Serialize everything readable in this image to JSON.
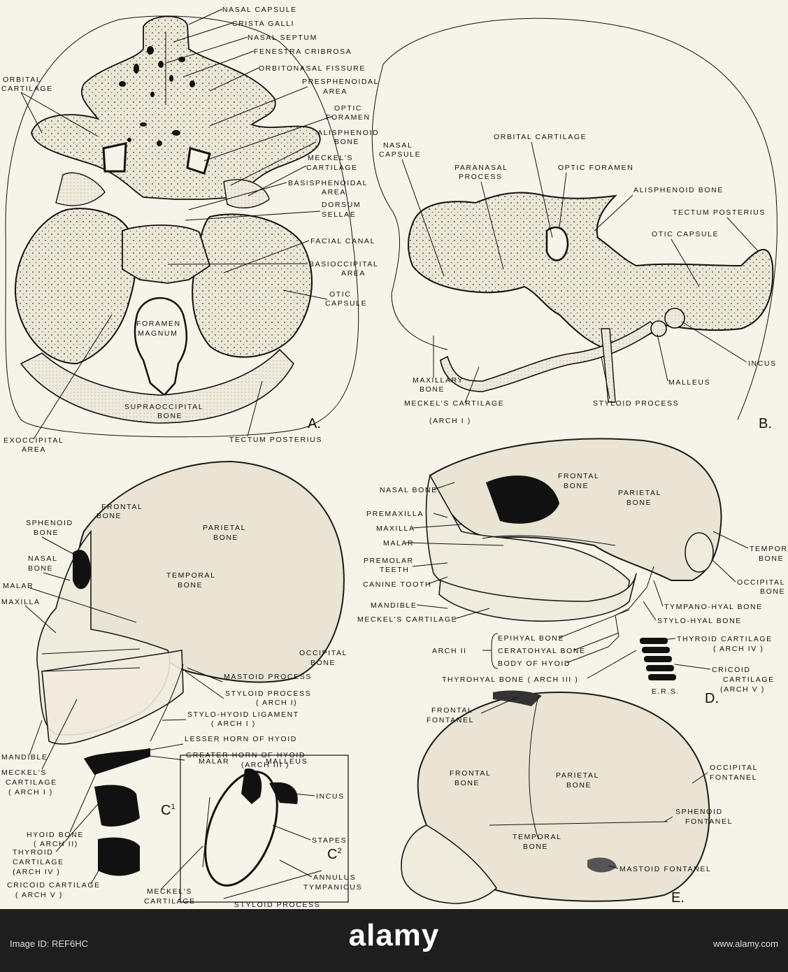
{
  "panels": {
    "A": {
      "letter": "A.",
      "labels": {
        "nasal_capsule": "NASAL CAPSULE",
        "crista_galli": "CRISTA GALLI",
        "nasal_septum": "NASAL SEPTUM",
        "fenestra": "FENESTRA CRIBROSA",
        "orbitonasal": "ORBITONASAL FISSURE",
        "presph_1": "PRESPHENOIDAL",
        "presph_2": "AREA",
        "orbital_cart_1": "ORBITAL",
        "orbital_cart_2": "CARTILAGE",
        "optic_1": "OPTIC",
        "optic_2": "FORAMEN",
        "alisph_1": "ALISPHENOID",
        "alisph_2": "BONE",
        "meckel_1": "MECKEL'S",
        "meckel_2": "CARTILAGE",
        "basisph_1": "BASISPHENOIDAL",
        "basisph_2": "AREA",
        "dorsum_1": "DORSUM",
        "dorsum_2": "SELLAE",
        "facial": "FACIAL CANAL",
        "basiocc_1": "BASIOCCIPITAL",
        "basiocc_2": "AREA",
        "otic_1": "OTIC",
        "otic_2": "CAPSULE",
        "foramen_1": "FORAMEN",
        "foramen_2": "MAGNUM",
        "supraocc_1": "SUPRAOCCIPITAL",
        "supraocc_2": "BONE",
        "exocc_1": "EXOCCIPITAL",
        "exocc_2": "AREA",
        "tectum": "TECTUM POSTERIUS"
      }
    },
    "B": {
      "letter": "B.",
      "labels": {
        "nasal_caps_1": "NASAL",
        "nasal_caps_2": "CAPSULE",
        "orbital": "ORBITAL CARTILAGE",
        "paranasal_1": "PARANASAL",
        "paranasal_2": "PROCESS",
        "optic": "OPTIC FORAMEN",
        "alisph": "ALISPHENOID BONE",
        "tectum": "TECTUM POSTERIUS",
        "otic": "OTIC CAPSULE",
        "incus": "INCUS",
        "malleus": "MALLEUS",
        "maxillary_1": "MAXILLARY",
        "maxillary_2": "BONE",
        "meckel": "MECKEL'S CARTILAGE",
        "arch1": "(ARCH I )",
        "styloid": "STYLOID PROCESS"
      }
    },
    "C": {
      "letter1": "C",
      "sup1": "1",
      "letter2": "C",
      "sup2": "2",
      "labels": {
        "frontal_1": "FRONTAL",
        "frontal_2": "BONE",
        "sphenoid_1": "SPHENOID",
        "sphenoid_2": "BONE",
        "parietal_1": "PARIETAL",
        "parietal_2": "BONE",
        "nasal_1": "NASAL",
        "nasal_2": "BONE",
        "temporal_1": "TEMPORAL",
        "temporal_2": "BONE",
        "malar": "MALAR",
        "maxilla": "MAXILLA",
        "occipital_1": "OCCIPITAL",
        "occipital_2": "BONE",
        "mastoid": "MASTOID PROCESS",
        "styloid_1": "STYLOID PROCESS",
        "styloid_2": "( ARCH I)",
        "stylohyoid_1": "STYLO-HYOID LIGAMENT",
        "stylohyoid_2": "( ARCH I )",
        "lesser": "LESSER HORN OF HYOID",
        "greater_1": "GREATER HORN OF HYOID",
        "greater_2": "(ARCH III )",
        "mandible": "MANDIBLE",
        "meckel_1": "MECKEL'S",
        "meckel_2": "CARTILAGE",
        "meckel_3": "( ARCH I )",
        "hyoid_1": "HYOID BONE",
        "hyoid_2": "( ARCH II)",
        "thyroid_1": "THYROID",
        "thyroid_2": "CARTILAGE",
        "thyroid_3": "(ARCH IV )",
        "cricoid_1": "CRICOID CARTILAGE",
        "cricoid_2": "( ARCH V )",
        "c2_malar": "MALAR",
        "c2_malleus": "MALLEUS",
        "c2_incus": "INCUS",
        "c2_stapes": "STAPES",
        "c2_annulus_1": "ANNULUS",
        "c2_annulus_2": "TYMPANICUS",
        "c2_meckel_1": "MECKEL'S",
        "c2_meckel_2": "CARTILAGE",
        "c2_styloid": "STYLOID PROCESS"
      }
    },
    "D": {
      "letter": "D.",
      "labels": {
        "frontal_1": "FRONTAL",
        "frontal_2": "BONE",
        "parietal_1": "PARIETAL",
        "parietal_2": "BONE",
        "nasal": "NASAL BONE",
        "premaxilla": "PREMAXILLA",
        "maxilla": "MAXILLA",
        "malar": "MALAR",
        "premolar_1": "PREMOLAR",
        "premolar_2": "TEETH",
        "canine": "CANINE TOOTH",
        "mandible": "MANDIBLE",
        "meckel": "MECKEL'S CARTILAGE",
        "temporal_1": "TEMPORAL",
        "temporal_2": "BONE",
        "occipital_1": "OCCIPITAL",
        "occipital_2": "BONE",
        "tympanohyal": "TYMPANO-HYAL BONE",
        "stylohyal": "STYLO-HYAL BONE",
        "epihyal": "EPIHYAL BONE",
        "ceratohyal": "CERATOHYAL BONE",
        "body_hyoid": "BODY OF HYOID",
        "arch2": "ARCH II",
        "thyrohyal": "THYROHYAL BONE ( ARCH III )",
        "thyroid_1": "THYROID CARTILAGE",
        "thyroid_2": "( ARCH IV )",
        "cricoid_1": "CRICOID",
        "cricoid_2": "CARTILAGE",
        "cricoid_3": "(ARCH V )",
        "initials": "E.R.S."
      }
    },
    "E": {
      "letter": "E.",
      "labels": {
        "frontal_font_1": "FRONTAL",
        "frontal_font_2": "FONTANEL",
        "frontal_1": "FRONTAL",
        "frontal_2": "BONE",
        "parietal_1": "PARIETAL",
        "parietal_2": "BONE",
        "occipital_font_1": "OCCIPITAL",
        "occipital_font_2": "FONTANEL",
        "sphenoid_font_1": "SPHENOID",
        "sphenoid_font_2": "FONTANEL",
        "temporal_1": "TEMPORAL",
        "temporal_2": "BONE",
        "mastoid_font": "MASTOID FONTANEL"
      }
    }
  },
  "footer": {
    "watermark": "alamy",
    "image_id": "Image ID: REF6HC",
    "site": "www.alamy.com"
  },
  "colors": {
    "paper": "#f6f3e8",
    "ink": "#111111",
    "footer": "#1e1e1e"
  }
}
